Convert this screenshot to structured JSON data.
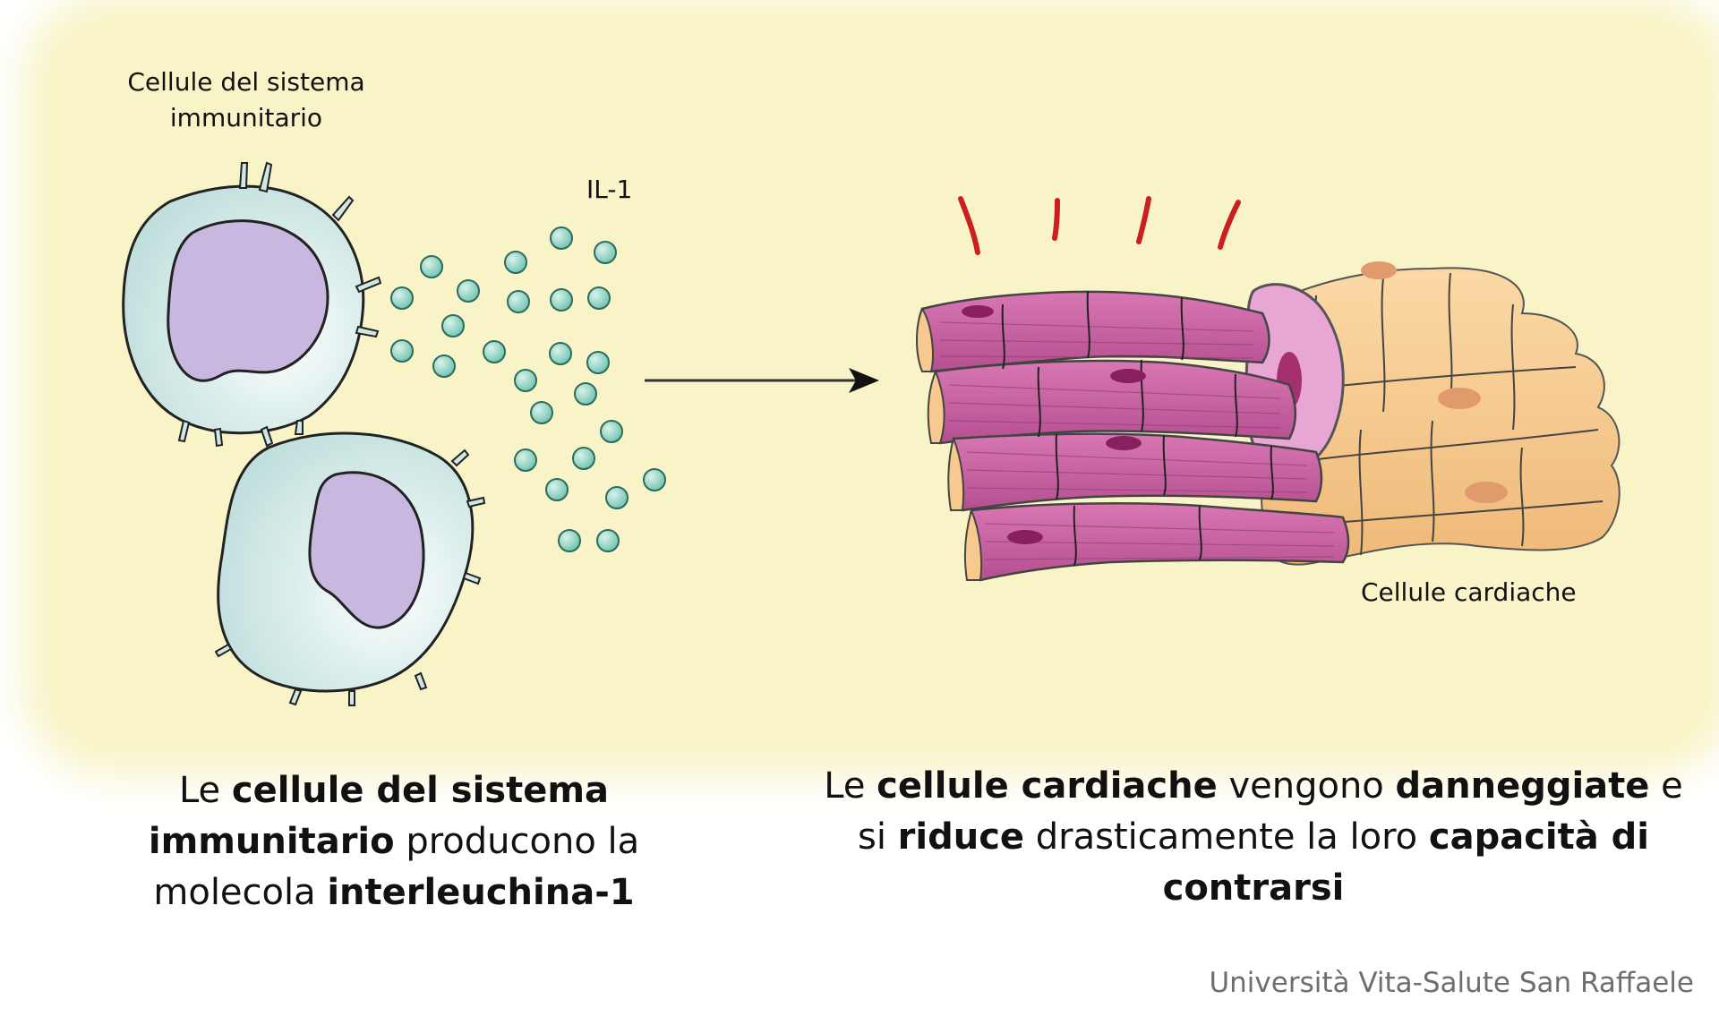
{
  "labels": {
    "immune_cells": "Cellule del sistema immunitario",
    "il1": "IL-1",
    "heart_cells": "Cellule cardiache"
  },
  "caption_left": [
    {
      "text": "Le ",
      "bold": false
    },
    {
      "text": "cellule del sistema immunitario",
      "bold": true
    },
    {
      "text": " producono la molecola ",
      "bold": false
    },
    {
      "text": "interleuchina-1",
      "bold": true
    }
  ],
  "caption_right": [
    {
      "text": "Le ",
      "bold": false
    },
    {
      "text": "cellule cardiache",
      "bold": true
    },
    {
      "text": " vengono ",
      "bold": false
    },
    {
      "text": "danneggiate",
      "bold": true
    },
    {
      "text": " e si ",
      "bold": false
    },
    {
      "text": "riduce",
      "bold": true
    },
    {
      "text": " drasticamente la loro ",
      "bold": false
    },
    {
      "text": "capacità di contrarsi",
      "bold": true
    }
  ],
  "credit": "Università Vita-Salute San Raffaele",
  "colors": {
    "background": "#f8f4c8",
    "immune_cell": "#cfe8e6",
    "nucleus": "#c8b8e0",
    "molecule": "#8fd4c4",
    "damaged_muscle": "#c9609f",
    "healthy_muscle": "#f7c98e",
    "damage_marks": "#cc1f1f"
  }
}
